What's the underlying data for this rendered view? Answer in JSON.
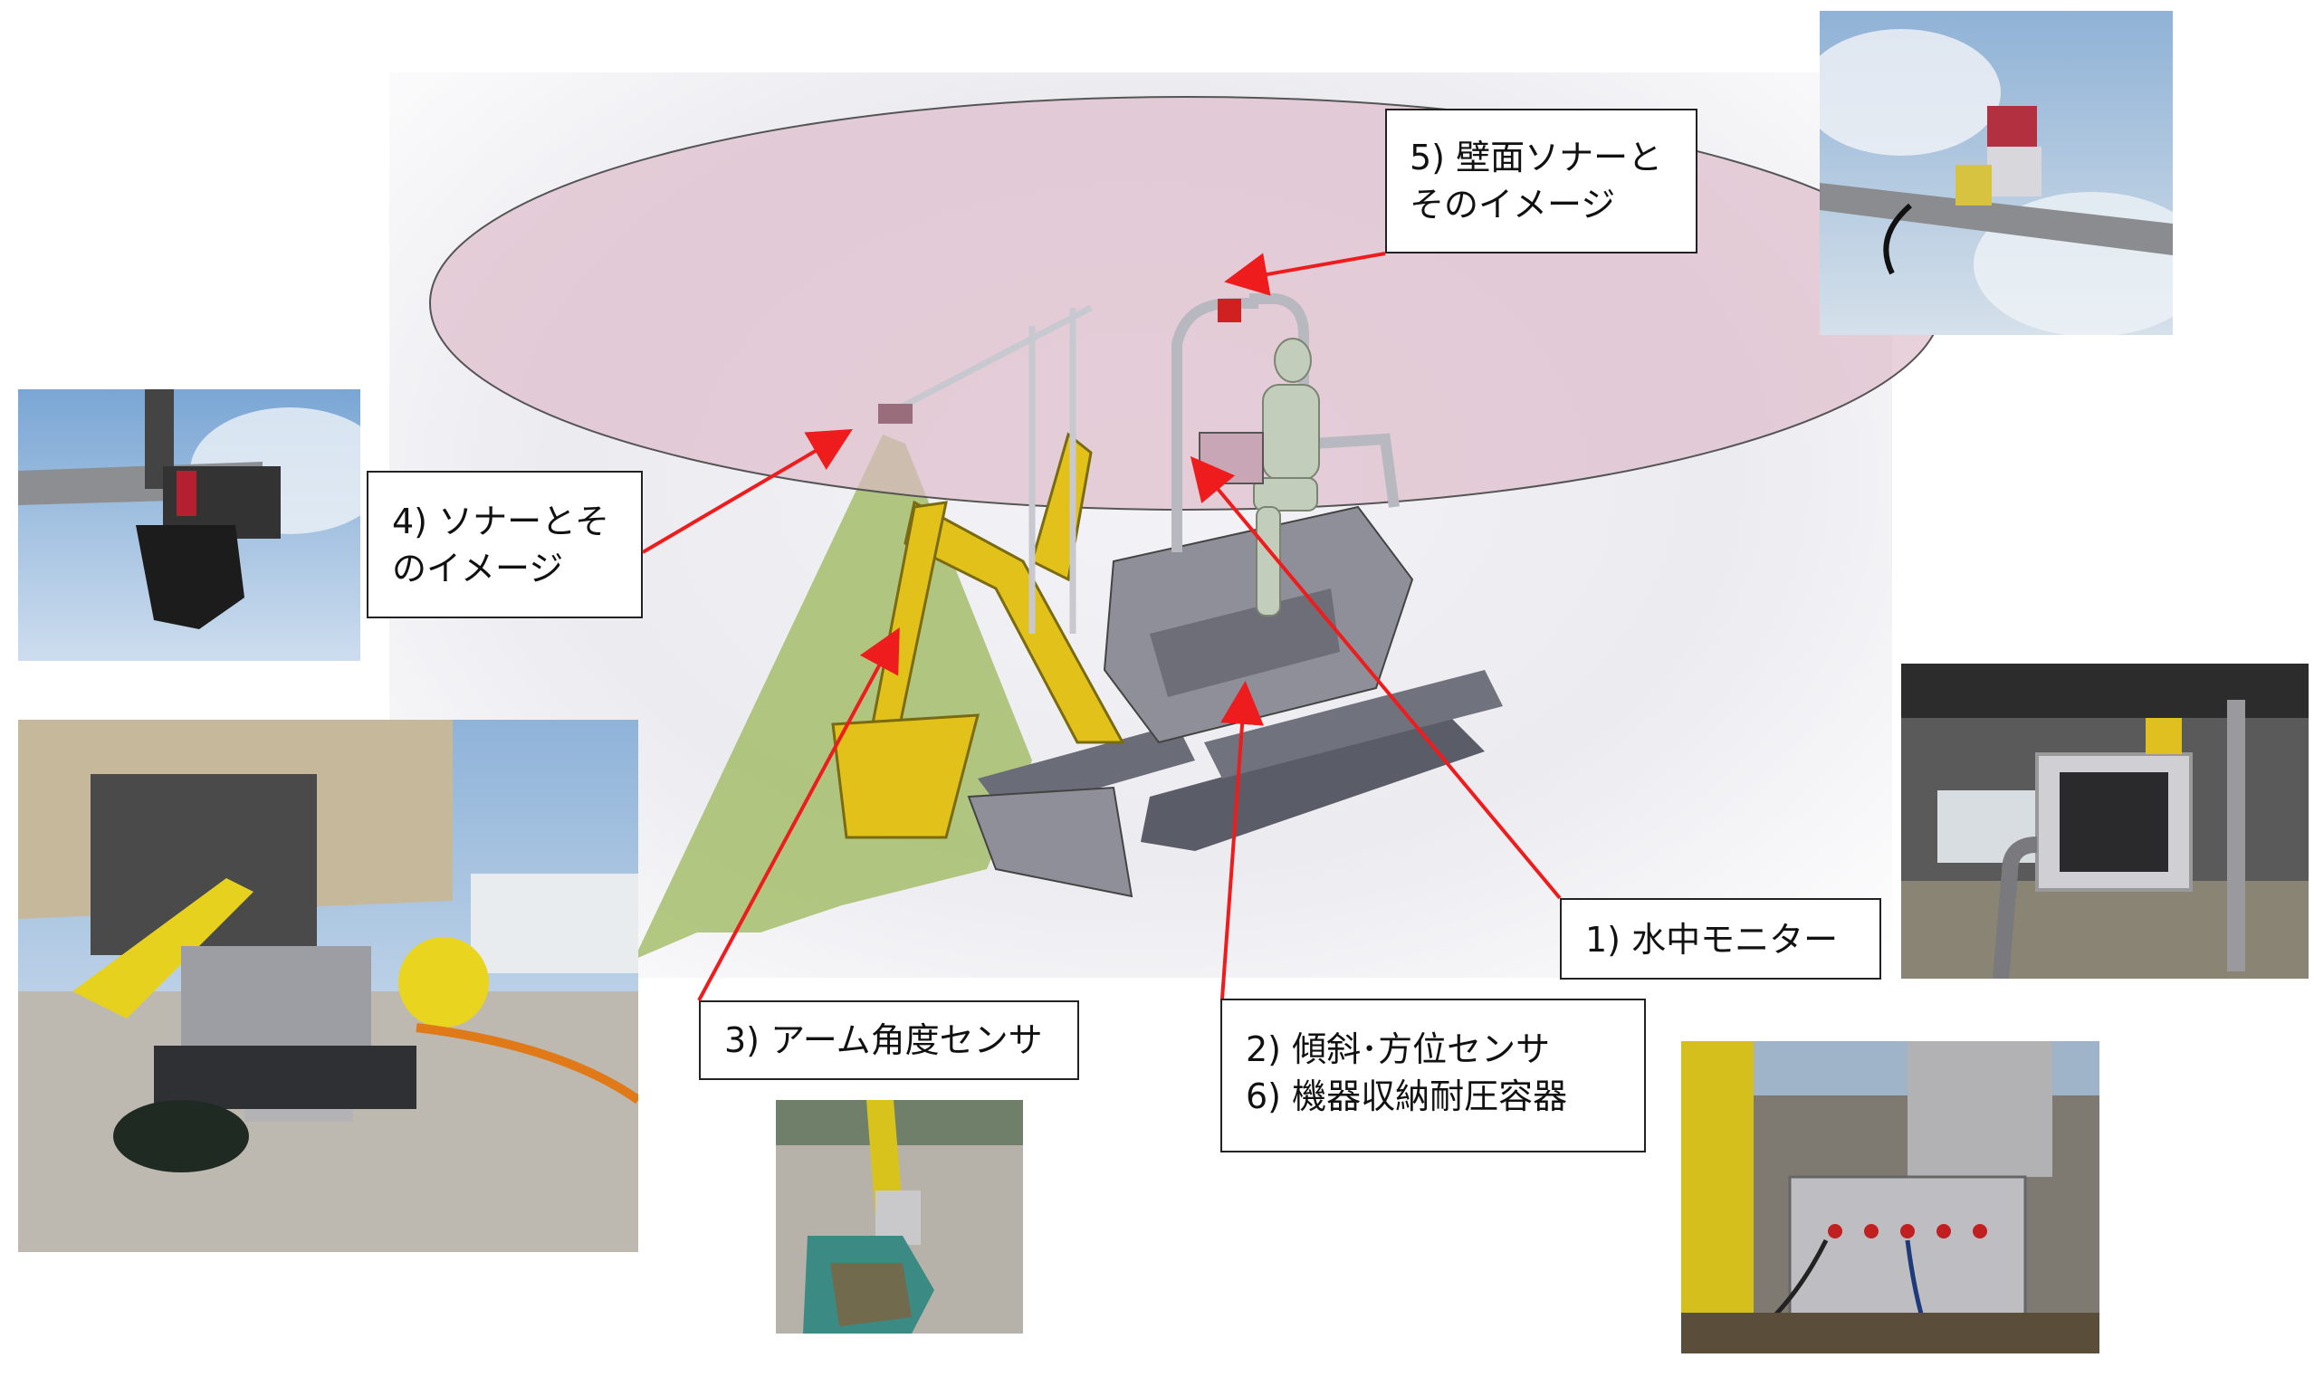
{
  "callouts": {
    "wall_sonar": {
      "line1": "5) 壁面ソナーと",
      "line2": "そのイメージ"
    },
    "sonar": {
      "line1": "4) ソナーとそ",
      "line2": "のイメージ"
    },
    "monitor": {
      "line1": "1) 水中モニター"
    },
    "arm_sensor": {
      "line1": "3) アーム角度センサ"
    },
    "tilt_sensor": {
      "line1": "2) 傾斜･方位センサ",
      "line2": "6) 機器収納耐圧容器"
    }
  },
  "photos": [
    "wall-sonar-photo",
    "sonar-photo",
    "excavator-yard-photo",
    "underwater-monitor-photo",
    "arm-angle-sensor-photo",
    "pressure-container-photo"
  ],
  "colors": {
    "arrow": "#ee1c1c",
    "sonar_disc": "#ddb8c8",
    "sonar_cone": "#9bb85a",
    "machine_yellow": "#e2c21a",
    "machine_gray": "#8e8f98"
  }
}
